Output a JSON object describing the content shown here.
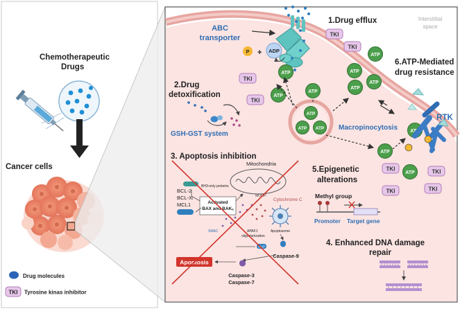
{
  "left_panel": {
    "chemo_label_line1": "Chemotherapeutic",
    "chemo_label_line2": "Drugs",
    "cancer_label": "Cancer cells"
  },
  "legend": {
    "drug_label": "Drug molecules",
    "tki_badge": "TKI",
    "tki_label": "Tyrosine kinas inhibitor"
  },
  "cell": {
    "interstitial_line1": "Interstitial",
    "interstitial_line2": "space",
    "abc_line1": "ABC",
    "abc_line2": "transporter",
    "p_badge": "P",
    "plus": "+",
    "adp": "ADP",
    "atp": "ATP",
    "tki": "TKI",
    "rtk": "RTK",
    "macropinocytosis": "Macropinocytosis",
    "gsh": "GSH-GST system",
    "mitochondria": "Mitochondria",
    "bcl2": "BCL-2",
    "bclx": "BCL-Xₗ",
    "mcl1": "MCL1",
    "bh3": "BH3-only proteins",
    "bax_line1": "Activated",
    "bax_line2": "BAX and BAKₐ",
    "momp": "MOMP",
    "cytc": "Cytochrome C",
    "smac": "SMAC",
    "apaf": "APAF1",
    "oligo": "oligomerization",
    "apoptosome": "Apoptosome",
    "xiap": "XIAP",
    "casp9": "Caspase-9",
    "casp3": "Caspase-3",
    "casp7": "Caspase-7",
    "apoptosis": "Apoptosis",
    "methyl": "Methyl group",
    "promoter": "Promoter",
    "target": "Target gene"
  },
  "mechanisms": {
    "m1": "1.Drug efflux",
    "m2_line1": "2.Drug",
    "m2_line2": "detoxification",
    "m3": "3. Apoptosis inhibition",
    "m4_line1": "4. Enhanced DNA damage",
    "m4_line2": "repair",
    "m5_line1": "5.Epigenetic",
    "m5_line2": "alterations",
    "m6_line1": "6.ATP-Mediated",
    "m6_line2": "drug resistance"
  },
  "colors": {
    "cell_fill": "#fbe4e2",
    "membrane": "#e8a7a2",
    "atp": "#4b9e4b",
    "tki_fill": "#e7c7ea",
    "transporter": "#5fc3c0",
    "drug": "#2f82c7",
    "title_blue": "#2f6db3",
    "red": "#d1342b"
  }
}
